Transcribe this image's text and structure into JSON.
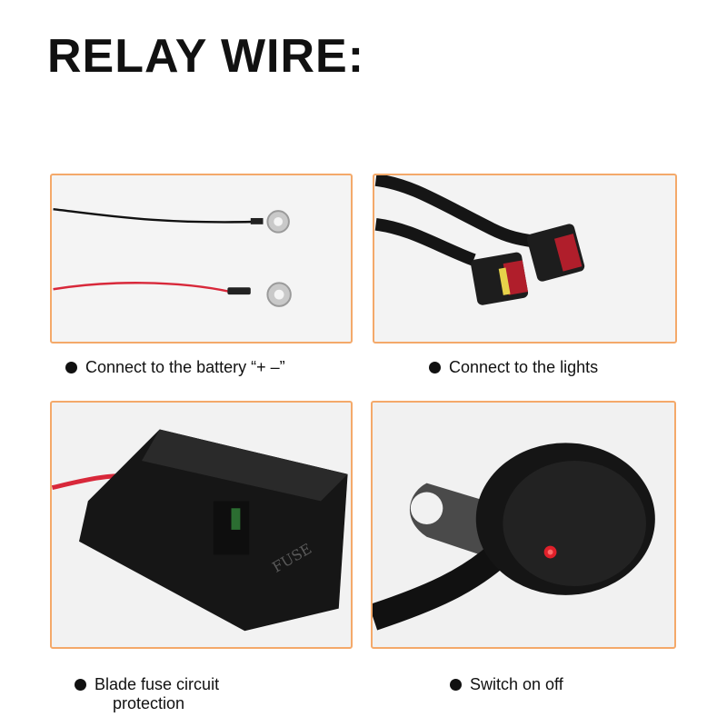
{
  "title": "RELAY WIRE:",
  "features": [
    {
      "caption": "Connect to the battery “+  –”"
    },
    {
      "caption": "Connect to the lights"
    },
    {
      "caption_line1": "Blade fuse circuit",
      "caption_line2": "protection"
    },
    {
      "caption": "Switch on off"
    }
  ],
  "fuse_label": "FUSE",
  "colors": {
    "panel_border": "#f4a96a",
    "wire_red": "#d8283a",
    "wire_black": "#111111",
    "connector_red": "#c0202a"
  }
}
